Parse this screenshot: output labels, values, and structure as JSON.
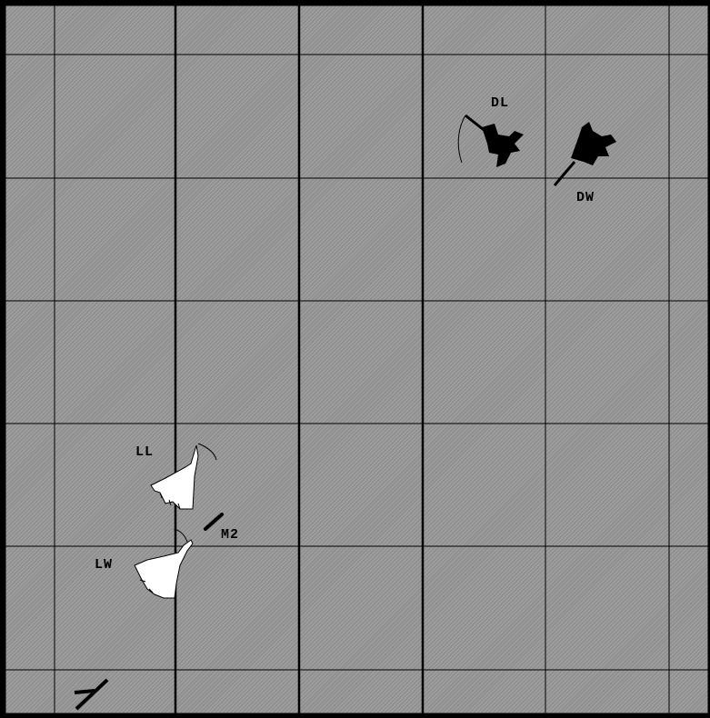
{
  "units": {
    "dark_lead": {
      "label": "DL",
      "side": "dark"
    },
    "dark_wing": {
      "label": "DW",
      "side": "dark"
    },
    "light_lead": {
      "label": "LL",
      "side": "light"
    },
    "light_wing": {
      "label": "LW",
      "side": "light"
    },
    "missile": {
      "label": "M2"
    }
  },
  "colors": {
    "board": "#9b9b9b",
    "grid": "#000000",
    "dark_side": "#000000",
    "light_side": "#ffffff"
  },
  "icons": [
    "dark-fighter-icon",
    "light-fighter-icon",
    "missile-icon",
    "map-marker-icon"
  ]
}
